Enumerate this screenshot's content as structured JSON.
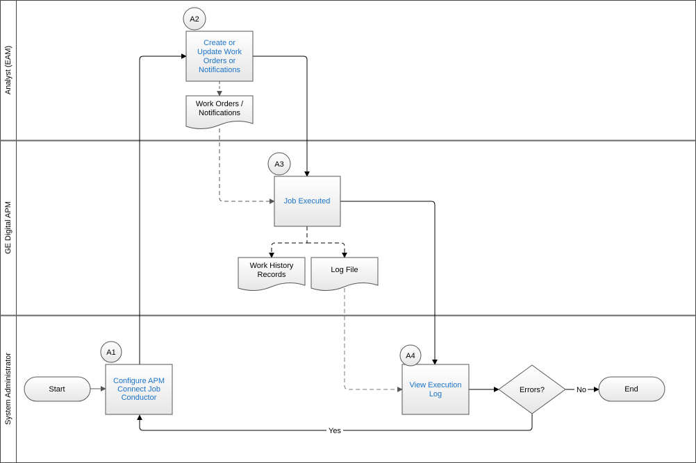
{
  "lanes": [
    {
      "id": "lane-analyst",
      "label": "Analyst (EAM)"
    },
    {
      "id": "lane-apm",
      "label": "GE Digital APM"
    },
    {
      "id": "lane-sysadmin",
      "label": "System Administrator"
    }
  ],
  "markers": {
    "a1": "A1",
    "a2": "A2",
    "a3": "A3",
    "a4": "A4"
  },
  "steps": {
    "configure": [
      "Configure APM",
      "Connect Job",
      "Conductor"
    ],
    "create_update": [
      "Create or",
      "Update Work",
      "Orders or",
      "Notifications"
    ],
    "job_executed": [
      "Job Executed"
    ],
    "view_log": [
      "View Execution",
      "Log"
    ]
  },
  "documents": {
    "work_orders": [
      "Work Orders /",
      "Notifications"
    ],
    "work_history": [
      "Work History",
      "Records"
    ],
    "log_file": [
      "Log File"
    ]
  },
  "terminals": {
    "start": "Start",
    "end": "End"
  },
  "decision": {
    "label": "Errors?",
    "yes_label": "Yes",
    "no_label": "No"
  },
  "colors": {
    "link_text": "#1a73c9",
    "shape_fill": "#eeeeee",
    "shape_stroke": "#555555",
    "lane_divider": "#666666",
    "arrow_solid": "#000000",
    "arrow_dashed": "#555555"
  }
}
